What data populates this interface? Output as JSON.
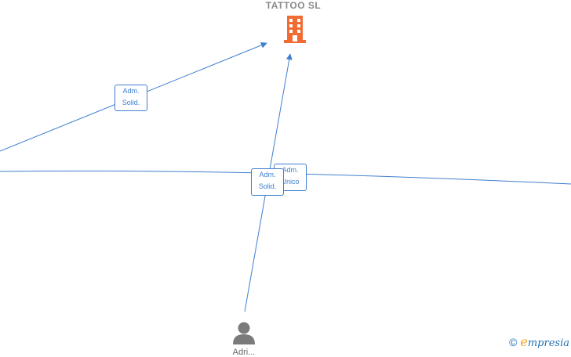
{
  "company": {
    "name": "TATTOO  SL",
    "icon": "building-icon",
    "icon_color": "#f26b33"
  },
  "person": {
    "name": "Adri...",
    "icon": "person-icon",
    "icon_color": "#7a7a7a"
  },
  "edges": [
    {
      "id": "left-to-company",
      "label_line1": "Adm.",
      "label_line2": "Solid."
    },
    {
      "id": "person-to-company",
      "label_line1": "Adm.",
      "label_line2": "Solid."
    },
    {
      "id": "horizontal",
      "label_line1": "Adm.",
      "label_line2": "Unico"
    }
  ],
  "watermark": {
    "copyright": "©",
    "brand_e": "e",
    "brand_rest": "mpresia"
  },
  "colors": {
    "edge": "#3f7fcf"
  }
}
